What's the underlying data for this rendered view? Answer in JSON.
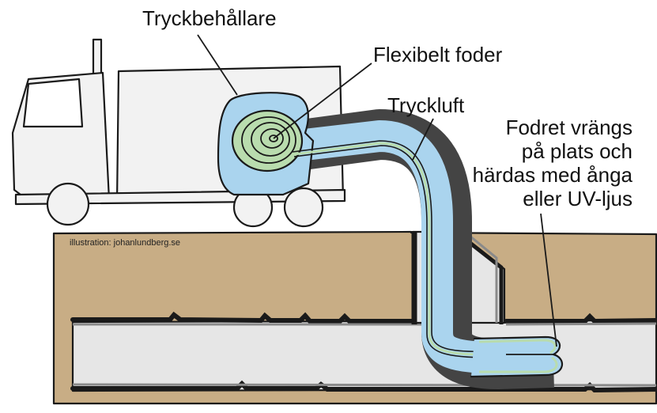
{
  "labels": {
    "pressure_vessel": "Tryckbehållare",
    "flexible_liner": "Flexibelt foder",
    "compressed_air": "Tryckluft",
    "liner_note_line1": "Fodret vrängs",
    "liner_note_line2": "på plats och",
    "liner_note_line3": "härdas med ånga",
    "liner_note_line4": "eller UV-ljus",
    "credit": "illustration: johanlundberg.se"
  },
  "colors": {
    "soil": "#c8ad85",
    "pipe_interior": "#e6e6e6",
    "water_blue": "#aad4ee",
    "liner_green": "#b9dcae",
    "hose_dark": "#444444",
    "truck_fill": "#f2f2f2",
    "outline": "#1a1a1a"
  }
}
